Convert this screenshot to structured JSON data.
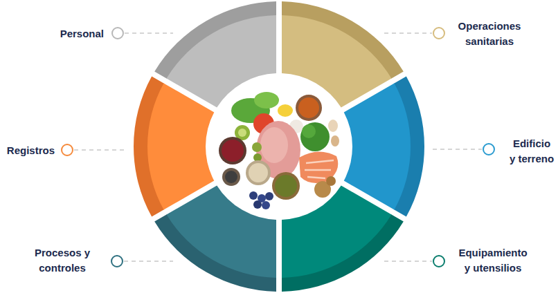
{
  "diagram": {
    "labels": [
      "Personal",
      "Operaciones sanitarias",
      "Registros",
      "Edificio y terreno",
      "Procesos y controles",
      "Equipamiento y utensilios"
    ]
  }
}
